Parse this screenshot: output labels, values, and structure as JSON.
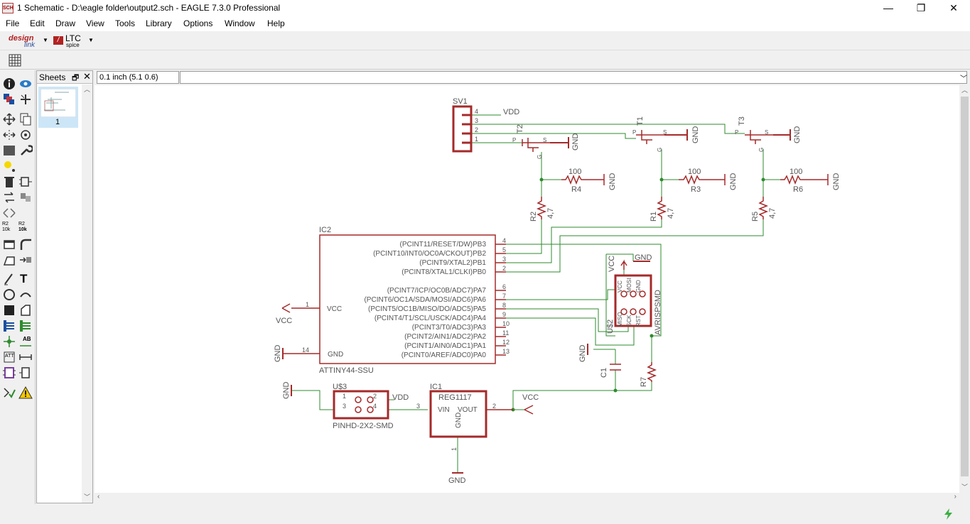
{
  "window": {
    "icon_label": "SCH",
    "title": "1 Schematic - D:\\eagle folder\\output2.sch - EAGLE 7.3.0 Professional",
    "controls": {
      "minimize": "—",
      "restore": "❐",
      "close": "✕"
    }
  },
  "menu": [
    "File",
    "Edit",
    "Draw",
    "View",
    "Tools",
    "Library",
    "Options",
    "Window",
    "Help"
  ],
  "toolbar": {
    "designlink_top": "design",
    "designlink_bottom": "link",
    "ltc_top": "LTC",
    "ltc_bottom": "spice"
  },
  "sheets": {
    "title": "Sheets",
    "items": [
      {
        "label": "1"
      }
    ]
  },
  "command": {
    "coordinates": "0.1 inch (5.1 0.6)",
    "input": ""
  },
  "tools_labels": {
    "r2_10k_a": "R2",
    "r2_10k_b": "10k",
    "r2_10k_c": "R2",
    "r2_10k_d": "10k",
    "text_tool": "T",
    "ab": "AB",
    "att": "ATT"
  },
  "schematic": {
    "sv1": {
      "name": "SV1",
      "pins": [
        "4",
        "3",
        "2",
        "1"
      ],
      "vdd": "VDD"
    },
    "transistors": [
      {
        "name": "T2",
        "p": "P",
        "g": "G",
        "s": "S",
        "gnd": "GND"
      },
      {
        "name": "T1",
        "p": "P",
        "g": "G",
        "s": "S",
        "gnd": "GND"
      },
      {
        "name": "T3",
        "p": "P",
        "g": "G",
        "s": "S",
        "gnd": "GND"
      }
    ],
    "resistors_h": [
      {
        "value": "100",
        "name": "R4",
        "gnd": "GND"
      },
      {
        "value": "100",
        "name": "R3",
        "gnd": "GND"
      },
      {
        "value": "100",
        "name": "R6",
        "gnd": "GND"
      }
    ],
    "resistors_v": [
      {
        "name": "R2",
        "value": "4,7"
      },
      {
        "name": "R1",
        "value": "4,7"
      },
      {
        "name": "R5",
        "value": "4,7"
      }
    ],
    "ic2": {
      "name": "IC2",
      "part": "ATTINY44-SSU",
      "vcc": "VCC",
      "gnd": "GND",
      "vcc_pin": "1",
      "gnd_pin": "14",
      "right_pins": [
        {
          "label": "(PCINT11/RESET/DW)PB3",
          "num": "4"
        },
        {
          "label": "(PCINT10/INT0/OC0A/CKOUT)PB2",
          "num": "5"
        },
        {
          "label": "(PCINT9/XTAL2)PB1",
          "num": "3"
        },
        {
          "label": "(PCINT8/XTAL1/CLKI)PB0",
          "num": "2"
        },
        {
          "label": "(PCINT7/ICP/OC0B/ADC7)PA7",
          "num": "6"
        },
        {
          "label": "(PCINT6/OC1A/SDA/MOSI/ADC6)PA6",
          "num": "7"
        },
        {
          "label": "(PCINT5/OC1B/MISO/DO/ADC5)PA5",
          "num": "8"
        },
        {
          "label": "(PCINT4/T1/SCL/USCK/ADC4)PA4",
          "num": "9"
        },
        {
          "label": "(PCINT3/T0/ADC3)PA3",
          "num": "10"
        },
        {
          "label": "(PCINT2/AIN1/ADC2)PA2",
          "num": "11"
        },
        {
          "label": "(PCINT1/AIN0/ADC1)PA1",
          "num": "12"
        },
        {
          "label": "(PCINT0/AREF/ADC0)PA0",
          "num": "13"
        }
      ]
    },
    "vcc_symbol": "VCC",
    "isp": {
      "name": "U$2",
      "part": "AVRISPSMD",
      "vcc": "VCC",
      "gnd": "GND",
      "top_pins": [
        "VCC",
        "MOSI",
        "GND"
      ],
      "bottom_pins": [
        "MISO",
        "SCK",
        "RST"
      ]
    },
    "c1": {
      "name": "C1",
      "gnd": "GND"
    },
    "r7": {
      "name": "R7"
    },
    "u3": {
      "name": "U$3",
      "part": "PINHD-2X2-SMD",
      "pins": [
        "1",
        "2",
        "3",
        "4"
      ],
      "gnd": "GND",
      "vdd": "VDD"
    },
    "ic1": {
      "name": "IC1",
      "part": "REG1117",
      "vin": "VIN",
      "vout": "VOUT",
      "gnd_label": "GND",
      "pin_in": "3",
      "pin_out": "2",
      "pin_gnd": "1",
      "gnd": "GND",
      "vcc": "VCC"
    }
  },
  "colors": {
    "part": "#a52a2a",
    "wire": "#2e8b2e",
    "text": "#555555"
  }
}
